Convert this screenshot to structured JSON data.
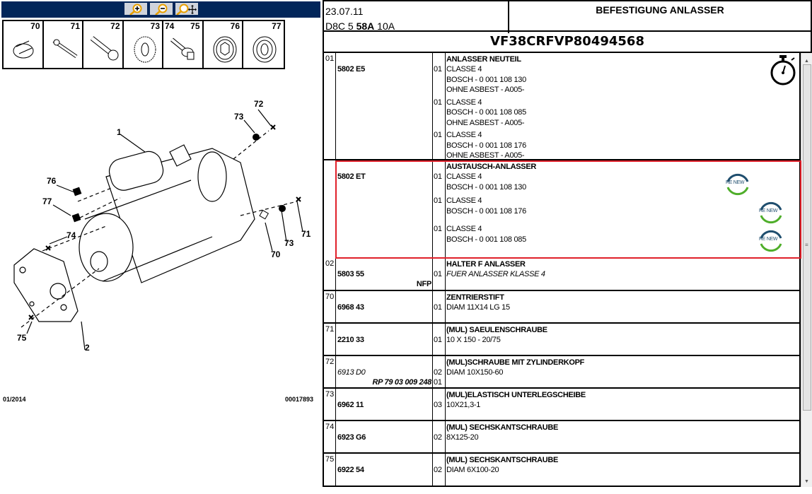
{
  "toolbar": {
    "zoom_in": "zoom-in-icon",
    "zoom_out": "zoom-out-icon",
    "pan": "zoom-pan-icon"
  },
  "thumbnails": [
    {
      "num": "70"
    },
    {
      "num": "71"
    },
    {
      "num": "72"
    },
    {
      "num": "73",
      "num2": ""
    },
    {
      "num": "75",
      "num2": "74"
    },
    {
      "num": "76"
    },
    {
      "num": "77"
    }
  ],
  "diagram": {
    "callouts": [
      "1",
      "73",
      "72",
      "76",
      "77",
      "74",
      "71",
      "73",
      "70",
      "75",
      "2"
    ],
    "footer_left": "01/2014",
    "footer_right": "00017893"
  },
  "header": {
    "date": "23.07.11",
    "code_pre": "D8C 5 ",
    "code_bold": "58A",
    "code_post": " 10A",
    "title": "BEFESTIGUNG ANLASSER",
    "vin": "VF38CRFVP80494568"
  },
  "colors": {
    "toolbar": "#02265a",
    "highlight": "#e0202a"
  },
  "rows": [
    {
      "pos": "01",
      "ref": "5802 E5",
      "title": "ANLASSER NEUTEIL",
      "icon": "stopwatch-icon",
      "variants": [
        {
          "qty": "01",
          "lines": [
            "CLASSE 4",
            "BOSCH - 0 001 108 130",
            "OHNE ASBEST - A005-"
          ]
        },
        {
          "qty": "01",
          "lines": [
            "CLASSE 4",
            "BOSCH - 0 001 108 085",
            "OHNE ASBEST - A005-"
          ]
        },
        {
          "qty": "01",
          "lines": [
            "CLASSE 4",
            "BOSCH - 0 001 108 176",
            "OHNE ASBEST - A005-"
          ]
        }
      ]
    },
    {
      "pos": "",
      "ref": "5802 ET",
      "title": "AUSTAUSCH-ANLASSER",
      "highlighted": true,
      "variants": [
        {
          "qty": "01",
          "lines": [
            "CLASSE 4",
            "BOSCH - 0 001 108 130"
          ],
          "badge": "RE NEW"
        },
        {
          "qty": "01",
          "lines": [
            "CLASSE 4",
            "BOSCH - 0 001 108 176"
          ],
          "badge": "RE NEW"
        },
        {
          "qty": "01",
          "lines": [
            "CLASSE 4",
            "BOSCH - 0 001 108 085"
          ],
          "badge": "RE NEW"
        }
      ]
    },
    {
      "pos": "02",
      "ref": "5803 55",
      "extra": "NFP",
      "title": "HALTER F ANLASSER",
      "variants": [
        {
          "qty": "01",
          "lines": [
            "FUER ANLASSER KLASSE 4"
          ],
          "italic": true
        }
      ]
    },
    {
      "pos": "70",
      "ref": "6968 43",
      "title": "ZENTRIERSTIFT",
      "variants": [
        {
          "qty": "01",
          "lines": [
            "DIAM 11X14 LG 15"
          ]
        }
      ]
    },
    {
      "pos": "71",
      "ref": "2210 33",
      "title": "(MUL) SAEULENSCHRAUBE",
      "variants": [
        {
          "qty": "01",
          "lines": [
            "10 X 150 - 20/75"
          ]
        }
      ]
    },
    {
      "pos": "72",
      "ref": "6913 D0",
      "ref_italic": true,
      "extra": "RP 79 03 009 248",
      "extra_qty": "01",
      "title": "(MUL)SCHRAUBE MIT ZYLINDERKOPF",
      "variants": [
        {
          "qty": "02",
          "lines": [
            "DIAM 10X150-60"
          ]
        }
      ]
    },
    {
      "pos": "73",
      "ref": "6962 11",
      "title": "(MUL)ELASTISCH UNTERLEGSCHEIBE",
      "variants": [
        {
          "qty": "03",
          "lines": [
            "10X21,3-1"
          ]
        }
      ]
    },
    {
      "pos": "74",
      "ref": "6923 G6",
      "title": "(MUL) SECHSKANTSCHRAUBE",
      "variants": [
        {
          "qty": "02",
          "lines": [
            "8X125-20"
          ]
        }
      ]
    },
    {
      "pos": "75",
      "ref": "6922 54",
      "title": "(MUL) SECHSKANTSCHRAUBE",
      "variants": [
        {
          "qty": "02",
          "lines": [
            "DIAM 6X100-20"
          ]
        }
      ]
    }
  ]
}
